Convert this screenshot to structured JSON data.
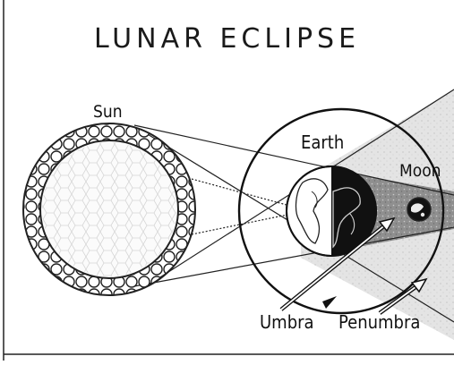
{
  "title": "LUNAR ECLIPSE",
  "labels": {
    "sun": "Sun",
    "earth": "Earth",
    "moon": "Moon",
    "umbra": "Umbra",
    "penumbra": "Penumbra"
  },
  "colors": {
    "ink": "#1a1a1a",
    "shadow_cone": "#d9d9d9",
    "umbra": "#9a9a9a",
    "frame": "#111111"
  }
}
